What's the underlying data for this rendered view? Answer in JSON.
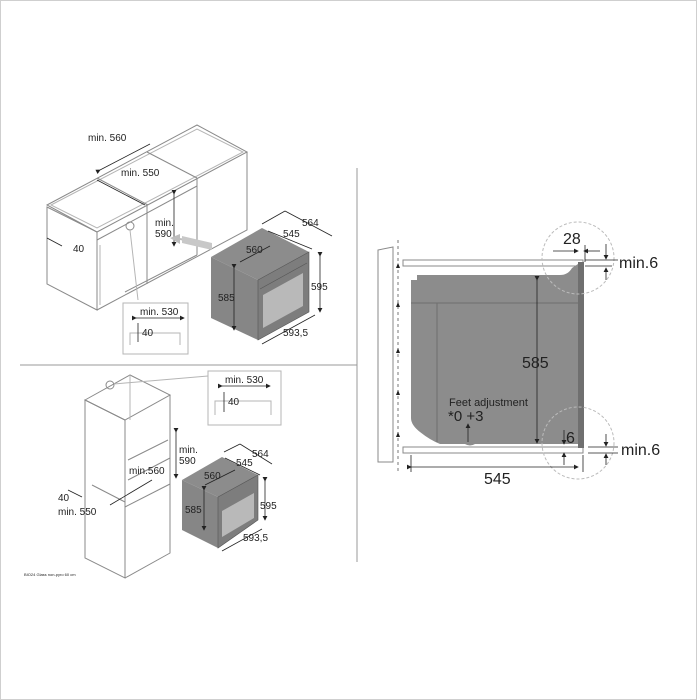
{
  "colors": {
    "oven_body": "#8c8c8c",
    "oven_front": "#7d7d7d",
    "oven_window": "#b9b9b9",
    "lines": "#8a8a8a"
  },
  "top_left": {
    "min_560": "min. 560",
    "min_550": "min. 550",
    "min_590_a": "min.",
    "min_590_b": "590",
    "d40": "40",
    "inset_min_530": "min. 530",
    "inset_40": "40",
    "oven": {
      "d564": "564",
      "d545": "545",
      "d560": "560",
      "d585": "585",
      "d595": "595",
      "d593": "593,5"
    }
  },
  "bottom_left": {
    "inset_min_530": "min. 530",
    "inset_40": "40",
    "min_590_a": "min.",
    "min_590_b": "590",
    "min_560": "min.560",
    "d40": "40",
    "min_550": "min. 550",
    "oven": {
      "d564": "564",
      "d545": "545",
      "d560": "560",
      "d585": "585",
      "d595": "595",
      "d593": "593,5"
    }
  },
  "side_view": {
    "d28": "28",
    "min6_top": "min.6",
    "d585": "585",
    "feet_label": "Feet adjustment",
    "feet_value": "*0 +3",
    "d6": "6",
    "min6_bottom": "min.6",
    "d545": "545"
  },
  "footer": {
    "caption": "BIO24 Glass non-pyro 60 cm"
  }
}
